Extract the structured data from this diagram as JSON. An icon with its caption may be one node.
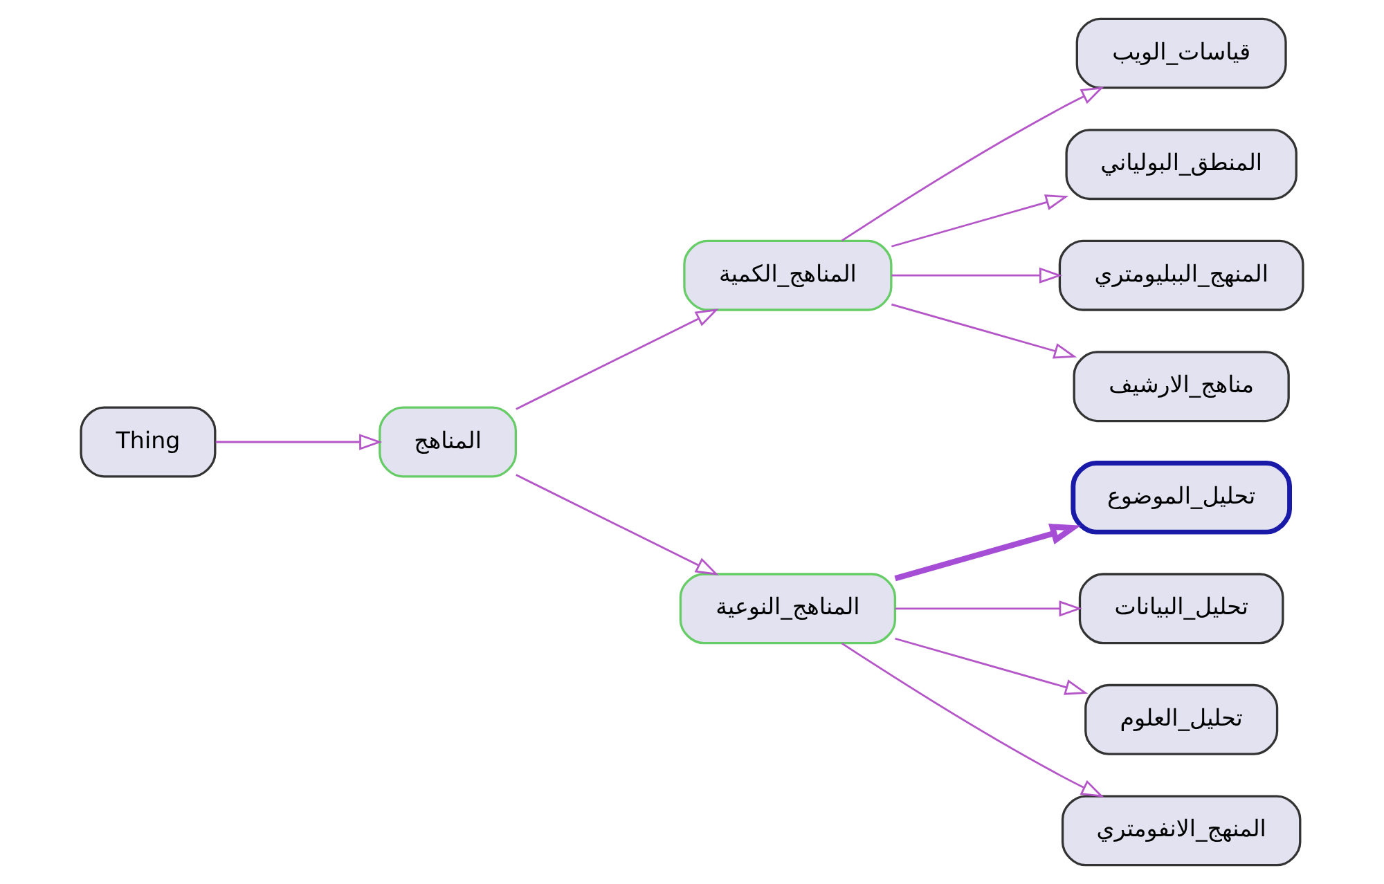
{
  "diagram": {
    "nodes": [
      {
        "text": [
          "Thing"
        ]
      },
      {
        "text": [
          "المناهج"
        ]
      },
      {
        "text": [
          "المناهج_الكمية"
        ]
      },
      {
        "text": [
          "المناهج_النوعية"
        ]
      },
      {
        "text": [
          "تحليل_الموضوع"
        ]
      },
      {
        "text": [
          "قياسات_الويب"
        ]
      },
      {
        "text": [
          "تحليل_البيانات"
        ]
      },
      {
        "text": [
          "المنطق_البولياني"
        ]
      },
      {
        "text": [
          "تحليل_العلوم"
        ]
      },
      {
        "text": [
          "المنهج_الببليومتري"
        ]
      },
      {
        "text": [
          "مناهج_الارشيف"
        ]
      },
      {
        "text": [
          "المنهج_الانفومتري"
        ]
      }
    ],
    "edges": [
      {
        "from": 0,
        "to": 1,
        "arrow": "to"
      },
      {
        "from": 1,
        "to": 2,
        "arrow": "to"
      },
      {
        "from": 1,
        "to": 3,
        "arrow": "to"
      },
      {
        "from": 3,
        "to": 4,
        "arrow": "to",
        "style": "thick",
        "color": "#a64dd6"
      },
      {
        "from": 2,
        "to": 5,
        "arrow": "to"
      },
      {
        "from": 3,
        "to": 6,
        "arrow": "to"
      },
      {
        "from": 2,
        "to": 7,
        "arrow": "to"
      },
      {
        "from": 3,
        "to": 8,
        "arrow": "to"
      },
      {
        "from": 2,
        "to": 9,
        "arrow": "to"
      },
      {
        "from": 2,
        "to": 10,
        "arrow": "to"
      },
      {
        "from": 3,
        "to": 11,
        "arrow": "to"
      }
    ]
  }
}
